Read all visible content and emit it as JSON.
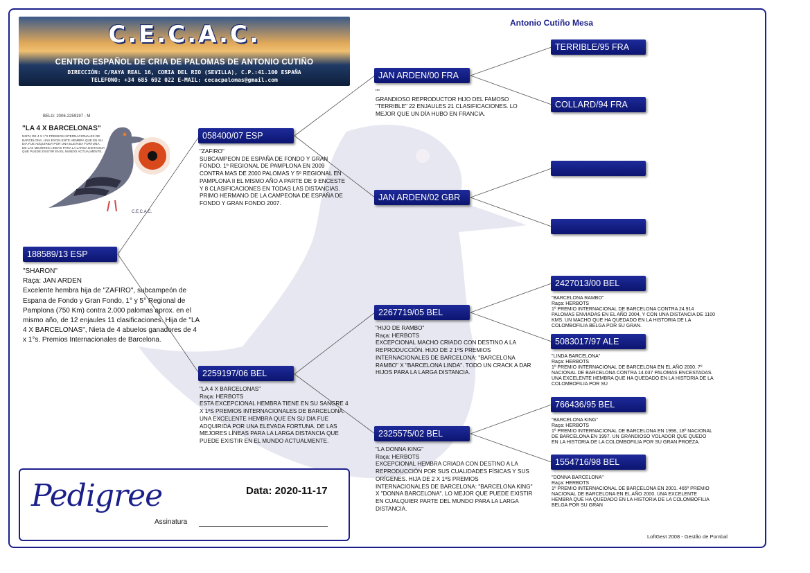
{
  "header": {
    "logo": "C.E.C.A.C.",
    "subtitle": "CENTRO ESPAÑOL DE CRIA DE PALOMAS DE ANTONIO CUTIÑO",
    "address": "DIRECCIÓN: C/RAYA REAL 16, CORIA DEL RIO (SEVILLA), C.P.:41.100 ESPAÑA",
    "phone": "TELEFONO: +34 685 692 022     E-MAIL: cecacpalomas@gmail.com",
    "owner": "Antonio Cutiño Mesa"
  },
  "photo": {
    "ring": "BELG: 2006-2259197 - M",
    "name": "\"LA 4 X BARCELONAS\"",
    "text": "NIETA DE 4 X 1°S PREMIOS INTERNACIONALES DE BARCELONA. UNA EXCELENTE HEMBRA QUE EN SU DIA FUE ADQUIRIDA POR UNA ELEVADA FORTUNA. DE LAS MEJORES LINEAS PARA LA LARGA DISTANCIA QUE PUEDE EXISTIR EN EL MUNDO ACTUALMENTE.",
    "brand": "C.E.C.A.C."
  },
  "birds": {
    "main": {
      "ring": "188589/13 ESP",
      "text": "\"SHARON\"\nRaça: JAN ARDEN\nExcelente hembra hija de \"ZAFIRO\", subcampeón de Espana de Fondo y Gran Fondo, 1°  y 5° Regional de Pamplona (750 Km)  contra 2.000 palomas aprox. en el mismo año, de 12 enjaules 11 clasificaciones. Hija de \"LA 4 X BARCELONAS\", Nieta de 4 abuelos ganadores de 4 x 1°s. Premios Internacionales de Barcelona."
    },
    "sire": {
      "ring": "058400/07 ESP",
      "text": "\"ZAFIRO\"\nSUBCAMPEON DE ESPAÑA DE FONDO Y GRAN FONDO. 1º  REGIONAL DE PAMPLONA EN 2009 CONTRA MAS DE 2000 PALOMAS Y 5º REGIONAL EN PAMPLONA II EL MISMO AÑO A PARTE DE 9 ENCESTE Y 8 CLASIFICACIONES EN TODAS LAS DISTANCIAS. PRIMO HERMANO DE LA CAMPEONA DE ESPAÑA DE FONDO Y GRAN FONDO 2007."
    },
    "dam": {
      "ring": "2259197/06 BEL",
      "text": "\"LA 4 X BARCELONAS\"\nRaça: HERBOTS\nESTA EXCEPCIONAL HEMBRA TIENE EN SU SANGRE 4 X 1ºS PREMIOS INTERNACIONALES DE BARCELONA. UNA EXCELENTE HEMBRA QUE EN SU DIA FUE ADQUIRIDA POR UNA ELEVADA FORTUNA. DE LAS MEJORES LÍNEAS PARA LA LARGA DISTANCIA QUE PUEDE EXISTIR EN EL MUNDO ACTUALMENTE."
    },
    "ss": {
      "ring": "JAN ARDEN/00 FRA",
      "text": "\"\"\nGRANDIOSO REPRODUCTOR HIJO DEL FAMOSO \"TERRIBLE\" 22 ENJAULES 21 CLASIFICACIONES. LO MEJOR QUE UN DÍA HUBO EN FRANCIA."
    },
    "sd": {
      "ring": "JAN ARDEN/02 GBR",
      "text": ""
    },
    "ds": {
      "ring": "2267719/05 BEL",
      "text": "\"HIJO DE RAMBO\"\nRaça: HERBOTS\nEXCEPCIONAL MACHO CRIADO CON DESTINO A LA REPRODUCCIÓN. HIJO DE 2 1ºS PREMIOS INTERNACIONALES DE BARCELONA: \"BARCELONA RAMBO\" X \"BARCELONA LINDA\". TODO UN CRACK A DAR HIJOS PARA LA LARGA DISTANCIA."
    },
    "dd": {
      "ring": "2325575/02 BEL",
      "text": "\"LA DONNA KING\"\nRaça: HERBOTS\nEXCEPCIONAL HEMBRA CRIADA CON DESTINO A LA REPRODUCCIÓN POR SUS CUALIDADES FÍSICAS Y SUS ORÍGENES. HIJA DE 2 X 1ºS PREMIOS INTERNACIONALES DE BARCELONA: \"BARCELONA KING\" X \"DONNA BARCELONA\". LO MEJOR QUE PUEDE EXISTIR EN CUALQUIER PARTE DEL MUNDO PARA LA LARGA DISTANCIA."
    },
    "sss": {
      "ring": "TERRIBLE/95 FRA",
      "text": ""
    },
    "ssd": {
      "ring": "COLLARD/94 FRA",
      "text": ""
    },
    "sds": {
      "ring": "",
      "text": ""
    },
    "sdd": {
      "ring": "",
      "text": ""
    },
    "dss": {
      "ring": "2427013/00 BEL",
      "text": "\"BARCELONA RAMBO\"\nRaça: HERBOTS\n1º PREMIO INTERNACIONAL DE BARCELONA CONTRA 24.914 PALOMAS ENVIADAS EN EL AÑO 2004, Y CON UNA DISTANCIA DE 1100 KMS. UN MACHO QUE HA QUEDADO EN LA HISTORIA DE LA COLOMBOFILIA BELGA POR SU GRAN."
    },
    "dsd": {
      "ring": "5083017/97 ALE",
      "text": "\"LINDA BARCELONA\"\nRaça: HERBOTS\n1º PREMIO INTERNACIONAL DE BARCELONA EN EL AÑO 2000. 7º NACIONAL DE BARCELONA CONTRA 14.037 PALOMAS ENCESTADAS. UNA EXCELENTE HEMBRA QUE HA QUEDADO EN LA HISTORIA DE LA COLOMBOFILIA POR SU"
    },
    "dds": {
      "ring": "766436/95 BEL",
      "text": "\"BARCELONA KING\"\nRaça: HERBOTS\n1º PREMIO INTERNACIONAL DE BARCELONA EN 1998, 18º NACIONAL DE BARCELONA EN 1997. UN GRANDIOSO VOLADOR QUE  QUEDO EN LA HISTORIA DE LA COLOMBOFILIA POR SU GRAN PROEZA."
    },
    "ddd": {
      "ring": "1554716/98 BEL",
      "text": "\"DONNA BARCELONA\"\nRaça: HERBOTS\n1º PREMIO INTERNACIONAL DE BARCELONA EN 2001. 465º PREMIO NACIONAL DE BARCELONA EN EL AÑO 2000. UNA EXCELENTE HEMBRA QUE HA QUEDADO EN LA HISTORIA DE LA COLOMBOFILIA BELGA POR SU GRAN"
    }
  },
  "pedigree": {
    "title": "Pedigree",
    "date": "Data: 2020-11-17",
    "signature": "Assinatura"
  },
  "footer": "LoftGest 2008 - Gestão de Pombal",
  "colors": {
    "accent": "#1a1f8a",
    "box": "#0c1570"
  }
}
